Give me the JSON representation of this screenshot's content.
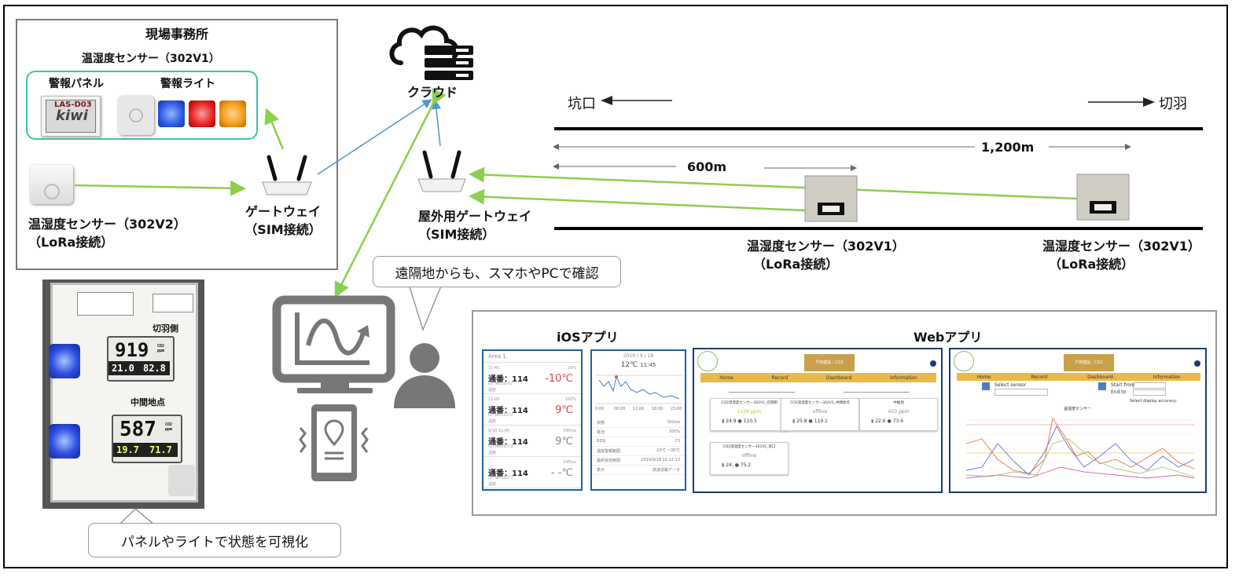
{
  "office": {
    "title": "現場事務所",
    "alarm_sensor_label": "温湿度センサー（302V1）",
    "panel_label": "警報パネル",
    "light_label": "警報ライト",
    "panel_text_top": "LAS-D03",
    "panel_text_logo": "kiwi",
    "sensor2_line1": "温湿度センサー（302V2）",
    "sensor2_line2": "（LoRa接続）",
    "gateway_line1": "ゲートウェイ",
    "gateway_line2": "（SIM接続）"
  },
  "cloud": {
    "label": "クラウド"
  },
  "outdoor_gateway": {
    "line1": "屋外用ゲートウェイ",
    "line2": "（SIM接続）"
  },
  "tunnel": {
    "entrance": "坑口",
    "face": "切羽",
    "dist_600": "600m",
    "dist_1200": "1,200m",
    "sensor_a_line1": "温湿度センサー（302V1）",
    "sensor_a_line2": "（LoRa接続）",
    "sensor_b_line1": "温湿度センサー（302V1）",
    "sensor_b_line2": "（LoRa接続）"
  },
  "bubbles": {
    "remote": "遠隔地からも、スマホやPCで確認",
    "panel": "パネルやライトで状態を可視化"
  },
  "photo_board": {
    "label1": "切羽側",
    "label2": "中間地点",
    "lcd1_big": "919",
    "lcd1_unit": "CO2 ppm",
    "lcd1_temp": "21.0",
    "lcd1_hum": "82.8",
    "lcd2_big": "587",
    "lcd2_unit": "CO2 ppm",
    "lcd2_temp": "19.7",
    "lcd2_hum": "71.7"
  },
  "apps": {
    "ios_title": "iOSアプリ",
    "web_title": "Webアプリ",
    "ios_list": {
      "header": "Area 1",
      "items": [
        {
          "time": "11:45",
          "name": "通番：114",
          "id": "ID: N0S1072",
          "status": "温度",
          "value": "-10℃",
          "badge": "19%"
        },
        {
          "time": "11:45",
          "name": "通番：114",
          "id": "ID: N0S1072",
          "status": "温度",
          "value": "9℃",
          "badge": "100%"
        },
        {
          "time": "9/18 11:45",
          "name": "通番：114",
          "id": "ID: N0S1072",
          "status": "温度",
          "value": "9℃",
          "badge": "Offline"
        },
        {
          "time": "- -",
          "name": "通番：114",
          "id": "ID: N0S1072",
          "status": "温度",
          "value": "- -℃",
          "badge": "Offline"
        }
      ]
    },
    "ios_detail": {
      "date": "2019 / 9 / 18",
      "temp": "12℃",
      "time": "11:45",
      "x_ticks": [
        "0:00",
        "06:00",
        "12:00",
        "18:00",
        "23:00"
      ],
      "rows": [
        {
          "k": "状態",
          "v": "Online"
        },
        {
          "k": "電池",
          "v": "100%"
        },
        {
          "k": "RSSI",
          "v": "-73"
        },
        {
          "k": "温度警報範囲",
          "v": "-10℃ ~30℃"
        },
        {
          "k": "最終受信時間",
          "v": "2019/9/18 10:12:13"
        },
        {
          "k": "表示",
          "v": "高速道路データ"
        }
      ]
    },
    "web1": {
      "tab_title": "戸田建設｜CO2",
      "tabs": [
        "Home",
        "Record",
        "Dashboard",
        "Information"
      ],
      "cards": [
        {
          "title": "CO2温湿度センサー302V1_切羽側",
          "status": "1126 ppm",
          "t": "24.9",
          "h": "110.5"
        },
        {
          "title": "CO2温湿度センサー302V1_中間地点",
          "status": "offline",
          "t": "25.8",
          "h": "119.1"
        },
        {
          "title": "中継地",
          "status": "433 ppm",
          "t": "22.6",
          "h": "73.6"
        },
        {
          "title": "CO2温湿度センサー302V2_坑口",
          "status": "offline",
          "t": "24.",
          "h": "75.2"
        }
      ]
    },
    "web2": {
      "tab_title": "戸田建設｜CO2",
      "tabs": [
        "Home",
        "Record",
        "Dashboard",
        "Information"
      ],
      "select_label": "Select sensor",
      "start_label": "Start from",
      "end_label": "End to",
      "accuracy_label": "Select display accuracy:",
      "chart_title": "温湿度センサー"
    }
  },
  "colors": {
    "green_arrow": "#8ccf4d",
    "blue_arrow": "#4f97c9",
    "teal_box": "#3cc3a8",
    "web_gold": "#e9b949"
  }
}
